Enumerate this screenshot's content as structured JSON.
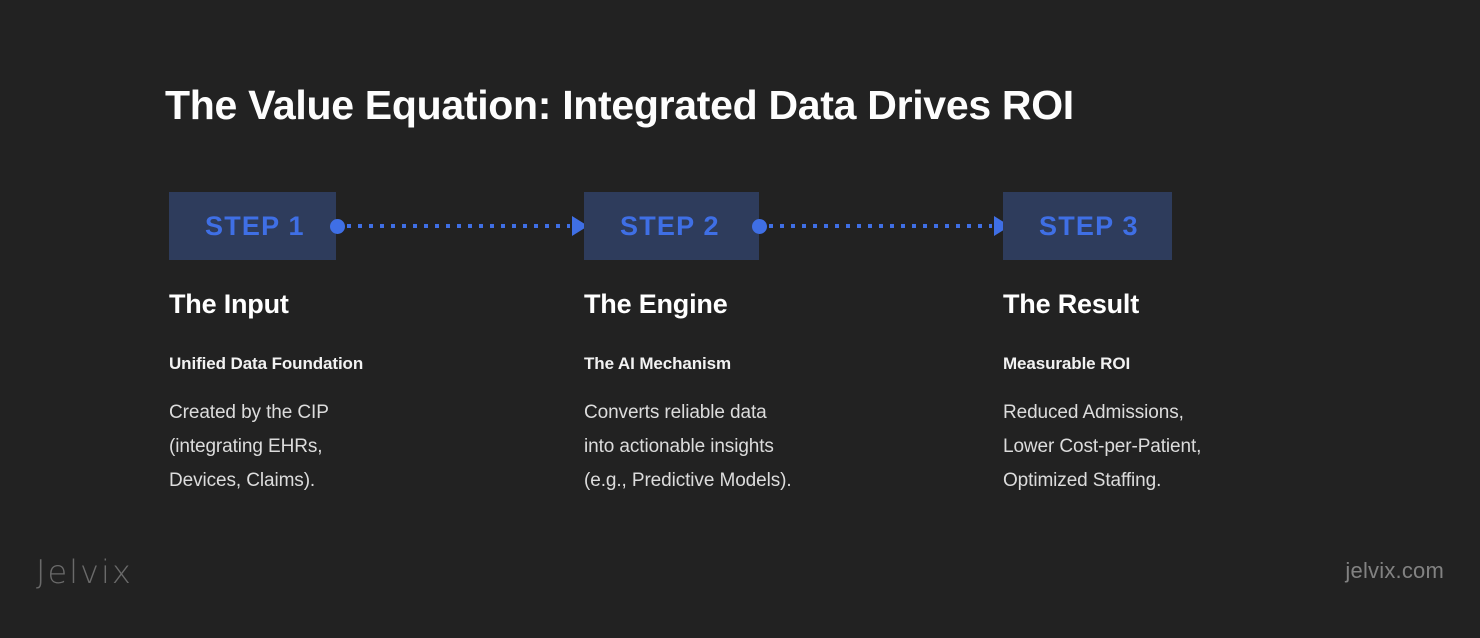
{
  "slide": {
    "title": "The Value Equation: Integrated Data Drives ROI",
    "background_color": "#222222"
  },
  "theme": {
    "accent_blue": "#3f6fe5",
    "box_fill": "#2e3c5c",
    "heading_color": "#ffffff",
    "body_color": "#dcdcdc",
    "footer_color": "#828282"
  },
  "steps": [
    {
      "label": "STEP 1"
    },
    {
      "label": "STEP 2"
    },
    {
      "label": "STEP 3"
    }
  ],
  "connectors": [
    {
      "from": "STEP 1",
      "to": "STEP 2",
      "style": "dotted-arrow"
    },
    {
      "from": "STEP 2",
      "to": "STEP 3",
      "style": "dotted-arrow"
    }
  ],
  "columns": [
    {
      "heading": "The Input",
      "subheading": "Unified Data Foundation",
      "body": "Created by the CIP\n(integrating EHRs,\nDevices, Claims)."
    },
    {
      "heading": "The Engine",
      "subheading": "The AI Mechanism",
      "body": "Converts reliable data\ninto actionable insights\n(e.g., Predictive Models)."
    },
    {
      "heading": "The Result",
      "subheading": "Measurable ROI",
      "body": "Reduced Admissions,\nLower Cost-per-Patient,\nOptimized Staffing."
    }
  ],
  "footer": {
    "logo": "Jelvix",
    "url": "jelvix.com"
  }
}
